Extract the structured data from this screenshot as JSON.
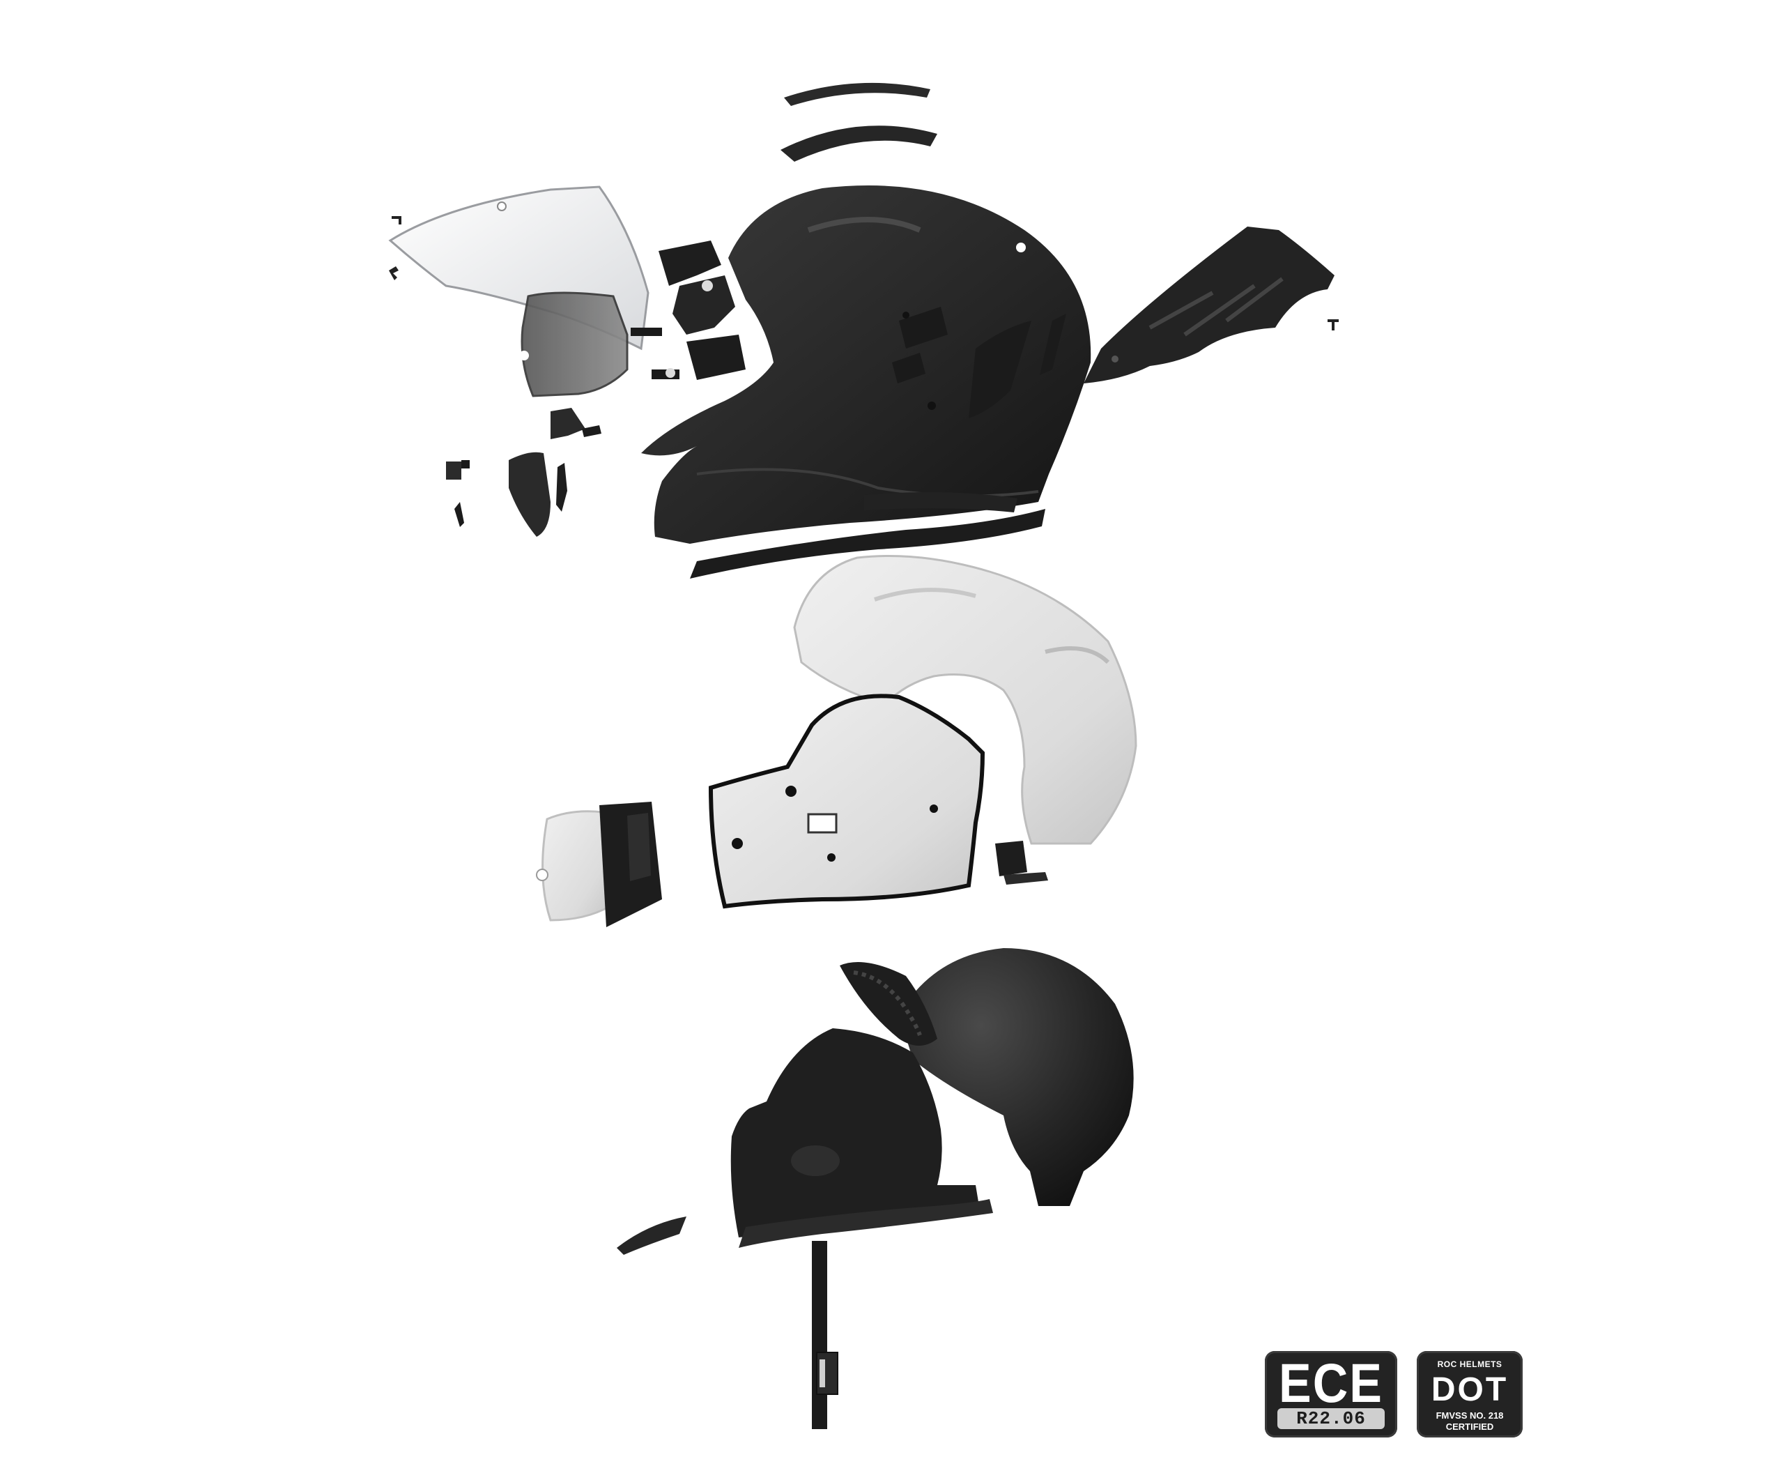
{
  "badges": {
    "ece": {
      "title": "ECE",
      "standard": "R22.06"
    },
    "dot": {
      "brand": "ROC HELMETS",
      "title": "DOT",
      "standard": "FMVSS NO. 218",
      "status": "CERTIFIED"
    }
  },
  "colors": {
    "shell": "#2b2b2b",
    "shell_dark": "#161616",
    "eps_foam": "#e4e4e4",
    "visor_clear": "#f2f3f5",
    "badge_bg": "#232323"
  }
}
